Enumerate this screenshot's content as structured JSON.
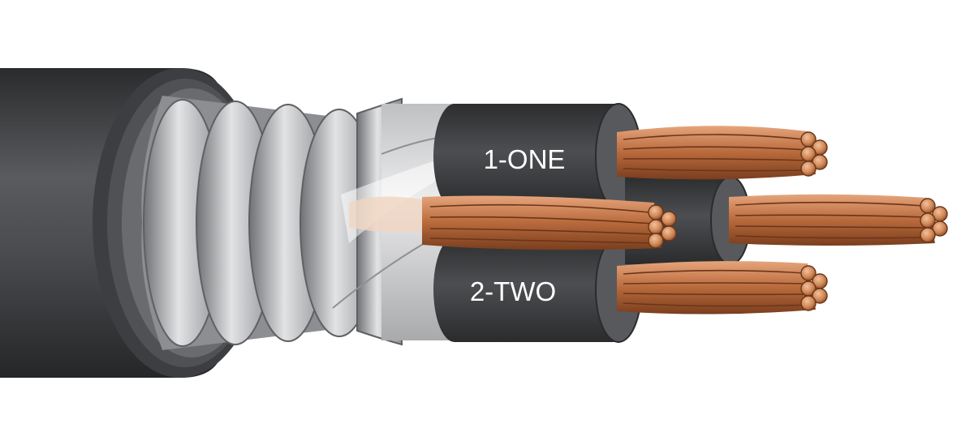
{
  "conductors": [
    {
      "id": "one",
      "label": "1-ONE"
    },
    {
      "id": "two",
      "label": "2-TWO"
    },
    {
      "id": "ground",
      "label": ""
    },
    {
      "id": "three",
      "label": ""
    }
  ],
  "colors": {
    "jacket": "#4a4a4d",
    "jacket_dark": "#2f3032",
    "jacket_light": "#6e6f72",
    "armor_light": "#d9dadc",
    "armor_mid": "#a6a8ab",
    "armor_dark": "#6f7174",
    "tape": "#d0d1d3",
    "insulation": "#3f4043",
    "insulation_face": "#58595c",
    "copper": "#b86a3c",
    "copper_light": "#e3a27a",
    "copper_dark": "#7a3e1e",
    "background": "#ffffff"
  }
}
